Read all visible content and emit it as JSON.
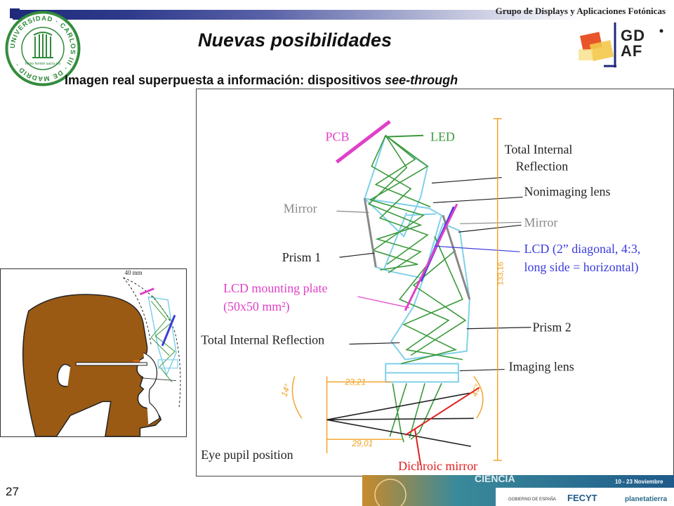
{
  "header": {
    "group_title": "Grupo de Displays y Aplicaciones Fotónicas",
    "slide_title": "Nuevas posibilidades",
    "subtitle_main": "Imagen real superpuesta a información: dispositivos ",
    "subtitle_italic": "see-through"
  },
  "logos": {
    "university_ring_text": "UNIVERSIDAD · CARLOS III · DE MADRID ·",
    "university_motto": "homo homini sacra res",
    "group_logo": "GDAF"
  },
  "head_figure": {
    "dimension_label": "40 mm"
  },
  "diagram": {
    "labels": {
      "pcb": "PCB",
      "led": "LED",
      "tir_top_1": "Total Internal",
      "tir_top_2": "Reflection",
      "nonimaging": "Nonimaging lens",
      "mirror_left": "Mirror",
      "mirror_right": "Mirror",
      "lcd_1": "LCD (2” diagonal, 4:3,",
      "lcd_2": "long side = horizontal)",
      "prism1": "Prism 1",
      "mounting_1": "LCD mounting plate",
      "mounting_2": "(50x50 mm²)",
      "tir_left": "Total Internal Reflection",
      "prism2": "Prism 2",
      "imaging": "Imaging lens",
      "eye_pupil": "Eye pupil position",
      "dichroic": "Dichroic mirror",
      "dim_23": "23,21",
      "dim_29": "29,01",
      "dim_133": "133,16",
      "angle_14": "14°",
      "angle_45": "45°"
    }
  },
  "banner": {
    "text_ciencia": "CIENCIA",
    "dates": "10 - 23 Noviembre",
    "sponsor_fecyt": "FECYT",
    "sponsor_planeta": "planetatierra",
    "sponsor_gobierno": "GOBIERNO DE ESPAÑA"
  },
  "footer": {
    "slide_number": "27"
  },
  "colors": {
    "bar_dark": "#1f2a7a",
    "pcb_magenta": "#e040c8",
    "led_green": "#3a9a3a",
    "prism_cyan": "#7fd0ea",
    "lcd_blue": "#3a3ae0",
    "dim_orange": "#f0a020",
    "dichroic_red": "#e02020",
    "head_brown": "#9a5a14"
  }
}
